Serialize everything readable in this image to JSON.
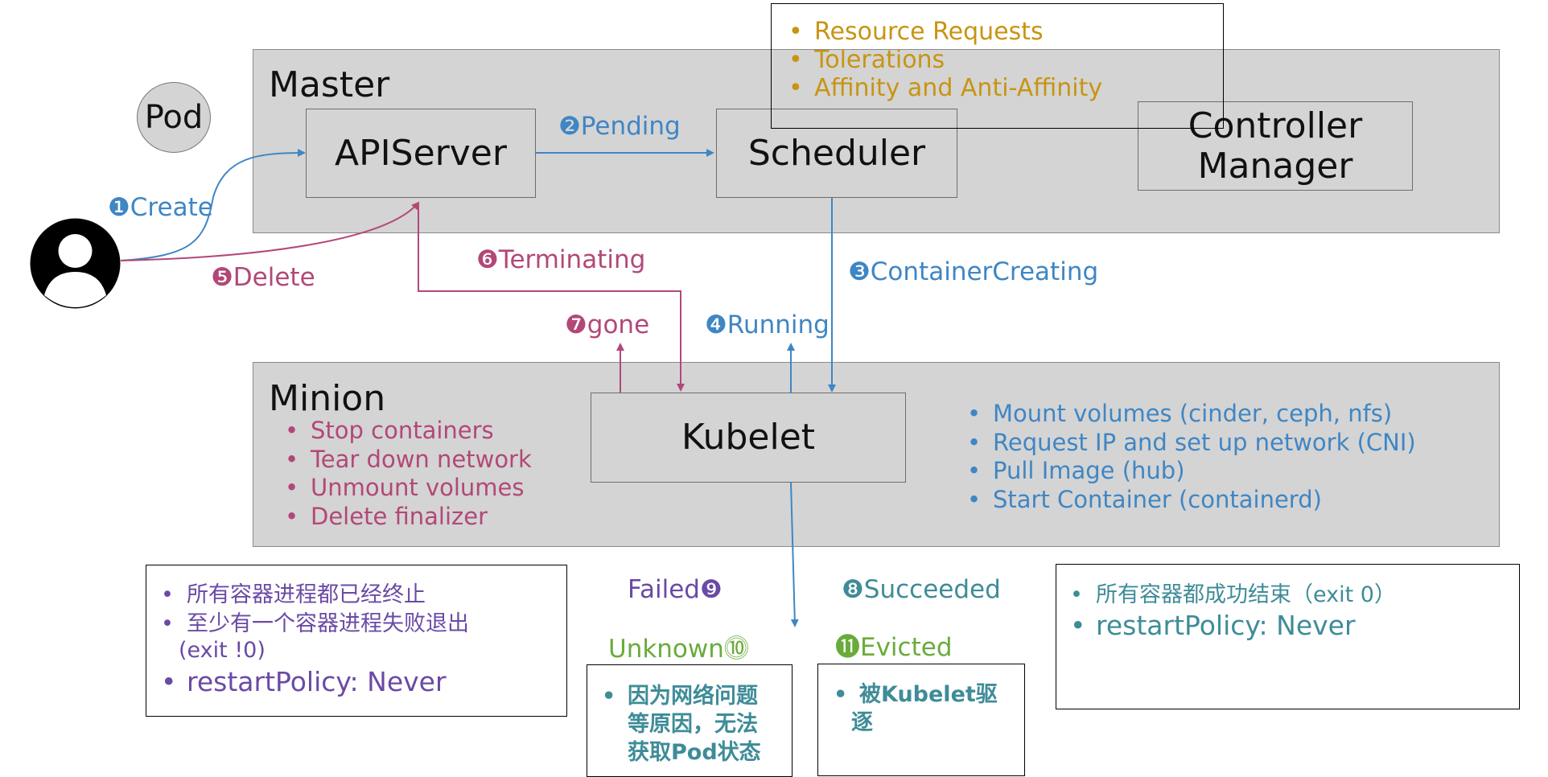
{
  "master": {
    "title": "Master",
    "apiserver": "APIServer",
    "scheduler": "Scheduler",
    "controller_manager": [
      "Controller",
      "Manager"
    ]
  },
  "pod_label": "Pod",
  "scheduler_notes": [
    "Resource Requests",
    "Tolerations",
    "Affinity and Anti-Affinity"
  ],
  "minion": {
    "title": "Minion",
    "kubelet": "Kubelet",
    "stop_steps": [
      "Stop containers",
      "Tear down network",
      "Unmount volumes",
      "Delete finalizer"
    ],
    "start_steps": [
      "Mount volumes (cinder, ceph, nfs)",
      "Request IP and set up network (CNI)",
      "Pull Image (hub)",
      "Start Container (containerd)"
    ]
  },
  "phases": {
    "create": "❶Create",
    "pending": "❷Pending",
    "container_creating": "❸ContainerCreating",
    "running": "❹Running",
    "delete": "❺Delete",
    "terminating": "❻Terminating",
    "gone": "❼gone",
    "succeeded": "❽Succeeded",
    "failed": "Failed❾",
    "unknown": "Unknown⓾",
    "evicted": "⓫Evicted"
  },
  "failed_note": {
    "items": [
      "所有容器进程都已经终止",
      "至少有一个容器进程失败退出"
    ],
    "continuation": "(exit !0)",
    "policy": "restartPolicy: Never"
  },
  "succeeded_note": {
    "items": [
      "所有容器都成功结束（exit 0）"
    ],
    "policy": "restartPolicy: Never"
  },
  "unknown_note": {
    "lines": [
      "因为网络问题",
      "等原因，无法",
      "获取Pod状态"
    ]
  },
  "evicted_note": {
    "lines": [
      "被Kubelet驱",
      "逐"
    ]
  },
  "colors": {
    "blue": "#3f86c4",
    "magenta": "#b24878",
    "purple": "#6a4aa5",
    "teal": "#3e8c98",
    "green": "#6aab3b",
    "gold": "#c89412",
    "panel": "#d4d4d4"
  },
  "icons": {
    "user": "user-avatar-icon"
  }
}
